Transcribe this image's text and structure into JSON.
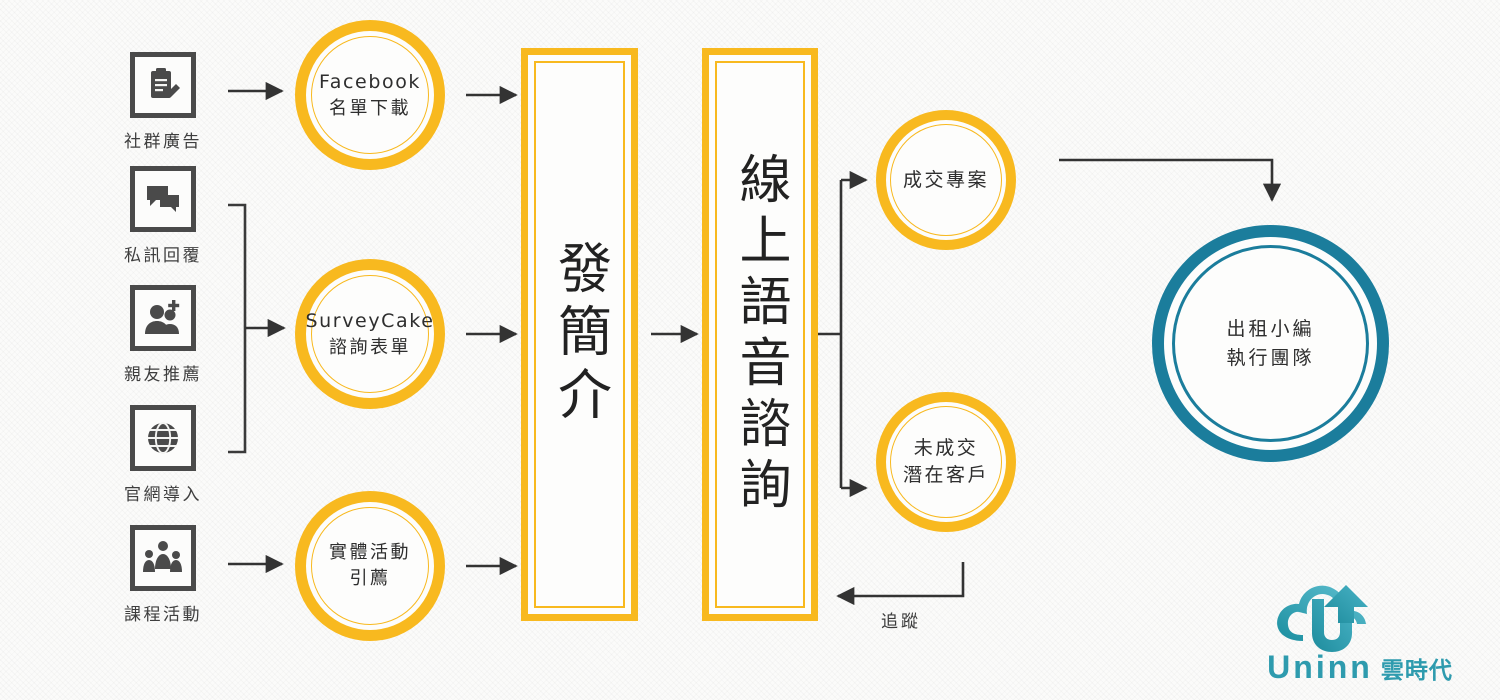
{
  "theme": {
    "accent_yellow": "#F8B91F",
    "accent_teal": "#1B7D9C",
    "logo_teal": "#2E9BAE",
    "line_color": "#333333",
    "icon_color": "#4a4a4a",
    "background": "#fbfbfa"
  },
  "sources": [
    {
      "id": "social-ads",
      "icon": "clipboard-pencil-icon",
      "label": "社群廣告"
    },
    {
      "id": "direct-message",
      "icon": "chat-bubbles-icon",
      "label": "私訊回覆"
    },
    {
      "id": "referral",
      "icon": "add-person-icon",
      "label": "親友推薦"
    },
    {
      "id": "website",
      "icon": "globe-icon",
      "label": "官網導入"
    },
    {
      "id": "course-event",
      "icon": "group-people-icon",
      "label": "課程活動"
    }
  ],
  "channels": [
    {
      "id": "facebook",
      "line1": "Facebook",
      "line2": "名單下載",
      "line1_script": "latin"
    },
    {
      "id": "surveycake",
      "line1": "SurveyCake",
      "line2": "諮詢表單",
      "line1_script": "latin"
    },
    {
      "id": "live-event",
      "line1": "實體活動",
      "line2": "引薦",
      "line1_script": "cjk"
    }
  ],
  "stages": [
    {
      "id": "send-intro",
      "label": "發簡介"
    },
    {
      "id": "online-voice-consult",
      "label": "線上語音諮詢"
    }
  ],
  "outcomes": [
    {
      "id": "deal-closed",
      "line1": "成交專案",
      "line2": ""
    },
    {
      "id": "not-closed",
      "line1": "未成交",
      "line2": "潛在客戶"
    }
  ],
  "team": {
    "id": "execution-team",
    "line1": "出租小編",
    "line2": "執行團隊"
  },
  "edges": {
    "follow_up_label": "追蹤"
  },
  "logo": {
    "word": "Uninn",
    "sub": "雲時代",
    "icon": "cloud-upload-u-icon"
  }
}
